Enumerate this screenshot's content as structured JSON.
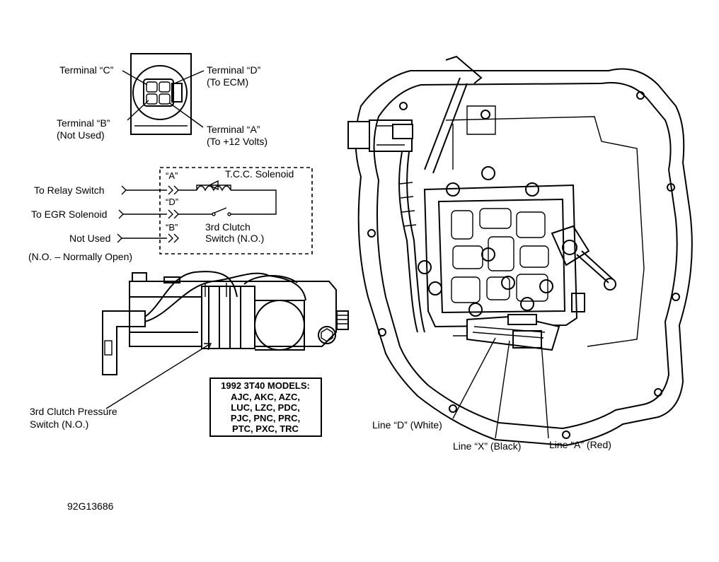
{
  "connector_labels": {
    "terminal_c": "Terminal “C”",
    "terminal_d": "Terminal “D”",
    "to_ecm": "(To ECM)",
    "terminal_b": "Terminal “B”",
    "not_used_b": "(Not Used)",
    "terminal_a": "Terminal “A”",
    "to_12v": "(To +12 Volts)"
  },
  "schematic": {
    "to_relay": "To Relay Switch",
    "to_egr": "To EGR Solenoid",
    "not_used": "Not Used",
    "pin_a": "“A”",
    "pin_d": "“D”",
    "pin_b": "“B”",
    "tcc": "T.C.C. Solenoid",
    "clutch_sw_1": "3rd Clutch",
    "clutch_sw_2": "Switch (N.O.)",
    "no_note": "(N.O.  –  Normally Open)"
  },
  "component_labels": {
    "pressure_sw_1": "3rd Clutch Pressure",
    "pressure_sw_2": "Switch (N.O.)"
  },
  "models_box": {
    "title": "1992 3T40 MODELS:",
    "lines": [
      "AJC, AKC, AZC,",
      "LUC, LZC, PDC,",
      "PJC, PNC, PRC,",
      "PTC, PXC, TRC"
    ]
  },
  "line_labels": {
    "line_d": "Line “D” (White)",
    "line_x": "Line “X” (Black)",
    "line_a": "Line “A” (Red)"
  },
  "figure_id": "92G13686"
}
